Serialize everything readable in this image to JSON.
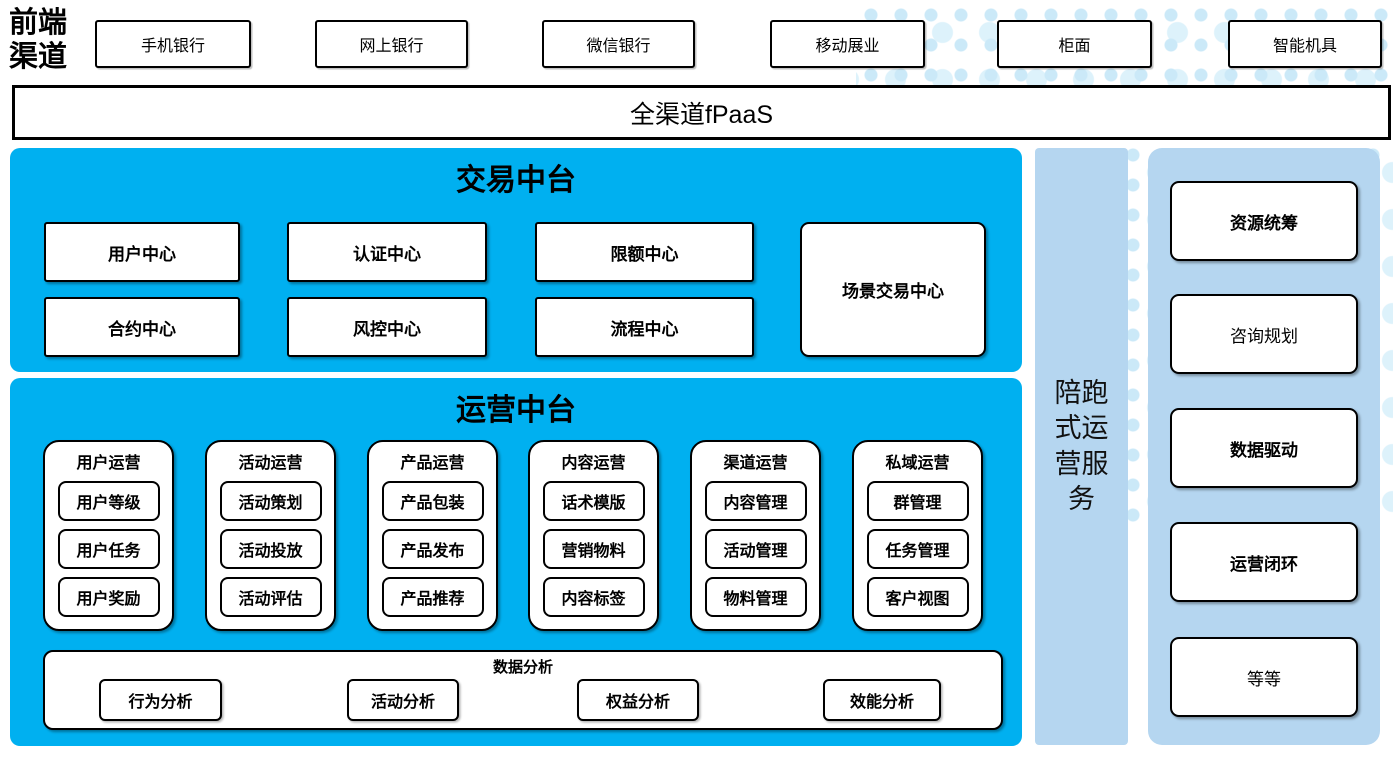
{
  "front_channels": {
    "label": "前端渠道",
    "channels": [
      "手机银行",
      "网上银行",
      "微信银行",
      "移动展业",
      "柜面",
      "智能机具"
    ]
  },
  "fpaas": {
    "label": "全渠道fPaaS"
  },
  "transaction": {
    "title": "交易中台",
    "centers_row1": [
      "用户中心",
      "认证中心",
      "限额中心"
    ],
    "centers_row2": [
      "合约中心",
      "风控中心",
      "流程中心"
    ],
    "scene_center": "场景交易中心"
  },
  "operations": {
    "title": "运营中台",
    "columns": [
      {
        "header": "用户运营",
        "items": [
          "用户等级",
          "用户任务",
          "用户奖励"
        ]
      },
      {
        "header": "活动运营",
        "items": [
          "活动策划",
          "活动投放",
          "活动评估"
        ]
      },
      {
        "header": "产品运营",
        "items": [
          "产品包装",
          "产品发布",
          "产品推荐"
        ]
      },
      {
        "header": "内容运营",
        "items": [
          "话术模版",
          "营销物料",
          "内容标签"
        ]
      },
      {
        "header": "渠道运营",
        "items": [
          "内容管理",
          "活动管理",
          "物料管理"
        ]
      },
      {
        "header": "私域运营",
        "items": [
          "群管理",
          "任务管理",
          "客户视图"
        ]
      }
    ],
    "analysis": {
      "title": "数据分析",
      "items": [
        "行为分析",
        "活动分析",
        "权益分析",
        "效能分析"
      ]
    }
  },
  "companion_bar": {
    "label": "陪跑式运营服务"
  },
  "service_panel": {
    "items": [
      {
        "label": "资源统筹"
      },
      {
        "label": "咨询规划"
      },
      {
        "label": "数据驱动"
      },
      {
        "label": "运营闭环"
      },
      {
        "label": "等等"
      }
    ]
  },
  "colors": {
    "accent_blue": "#00B0F0",
    "light_blue": "#B5D6F0",
    "dot_blue": "#CBE9F8"
  }
}
